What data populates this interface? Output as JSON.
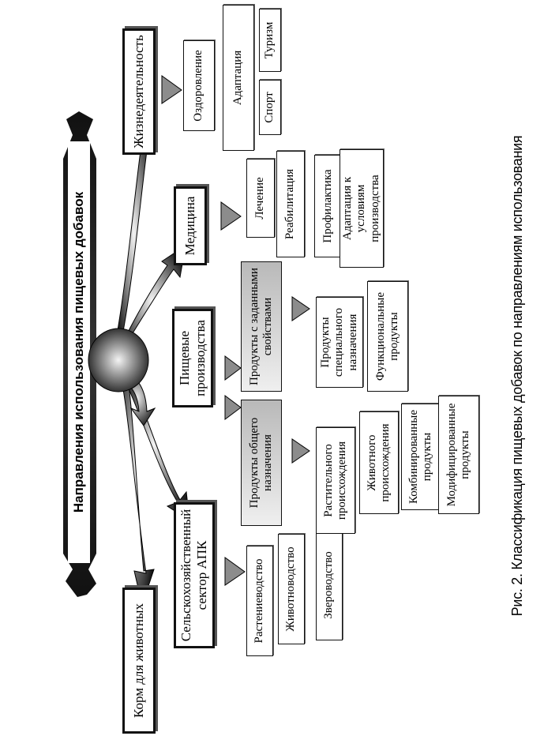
{
  "title": "Направления использования пищевых добавок",
  "caption": "Рис. 2. Классификация пищевых добавок по направлениям использования",
  "directions": {
    "feed": "Корм для животных",
    "agri": "Сельскохозяйственный\nсектор АПК",
    "food": "Пищевые\nпроизводства",
    "medicine": "Медицина",
    "life": "Жизнедеятельность"
  },
  "agri_items": [
    "Растениеводство",
    "Животноводство",
    "Звероводство"
  ],
  "food_groups": {
    "general": "Продукты общего\nназначения",
    "special": "Продукты с заданными\nсвойствами"
  },
  "general_items": [
    "Растительного\nпроисхождения",
    "Животного\nпроисхождения",
    "Комбинированные\nпродукты",
    "Модифицированные\nпродукты"
  ],
  "special_items": [
    "Продукты\nспециального\nназначения",
    "Функциональные\nпродукты"
  ],
  "medicine_items": [
    "Лечение",
    "Реабилитация",
    "Профилактика",
    "Адаптация к условиям\nпроизводства"
  ],
  "life_items": [
    "Оздоровление",
    "Адаптация",
    "Туризм",
    "Спорт"
  ]
}
